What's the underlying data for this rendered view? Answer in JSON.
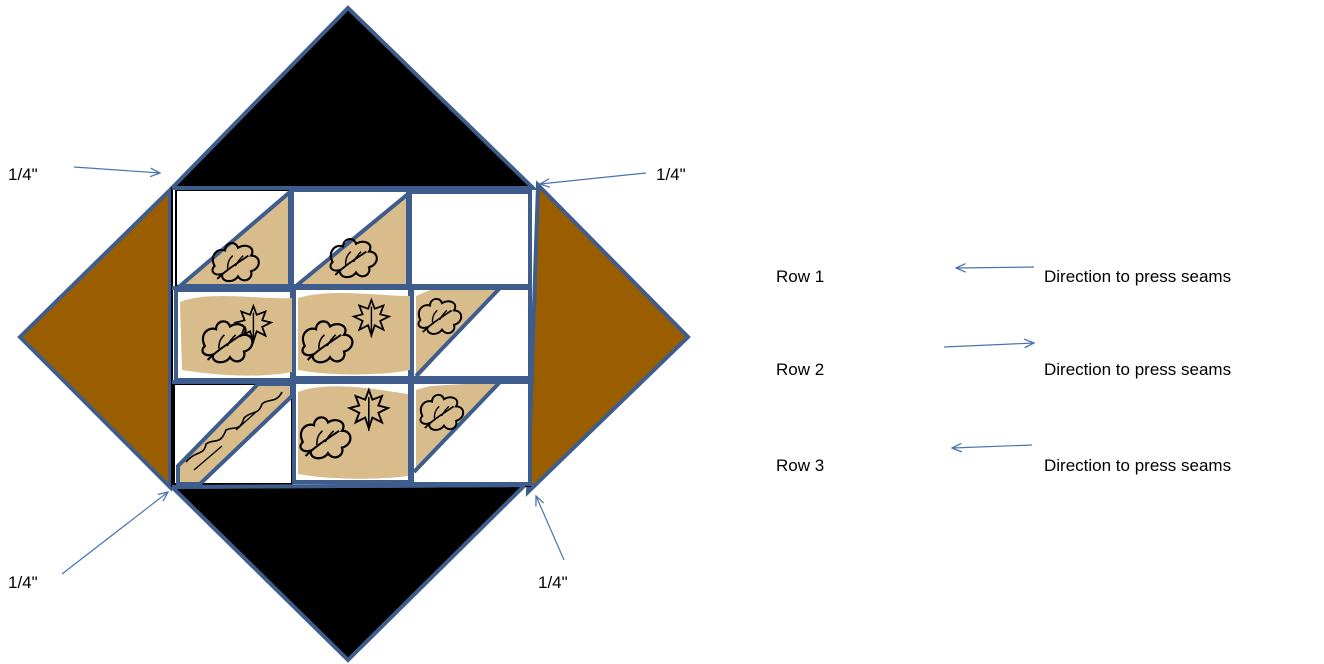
{
  "colors": {
    "outline": "#3F5D8C",
    "corner_triangle": "#000000",
    "side_triangle": "#9A5E00",
    "fabric": "#D9BC8C",
    "background": "#FFFFFF",
    "arrow": "#4A74B0"
  },
  "seam_labels": {
    "top_left": "1/4\"",
    "top_right": "1/4\"",
    "bottom_left": "1/4\"",
    "bottom_right": "1/4\""
  },
  "legend": {
    "rows": [
      {
        "label": "Row 1",
        "direction": "left",
        "text": "Direction to press seams"
      },
      {
        "label": "Row 2",
        "direction": "right",
        "text": "Direction to press seams"
      },
      {
        "label": "Row 3",
        "direction": "left",
        "text": "Direction to press seams"
      }
    ]
  },
  "grid": {
    "rows": 3,
    "cols": 3,
    "cells": [
      [
        "half-square",
        "half-square",
        "plain"
      ],
      [
        "fabric",
        "fabric",
        "half-square"
      ],
      [
        "strip-diagonal",
        "fabric",
        "half-square"
      ]
    ]
  },
  "icons": {
    "motif": "leaf-icon"
  }
}
